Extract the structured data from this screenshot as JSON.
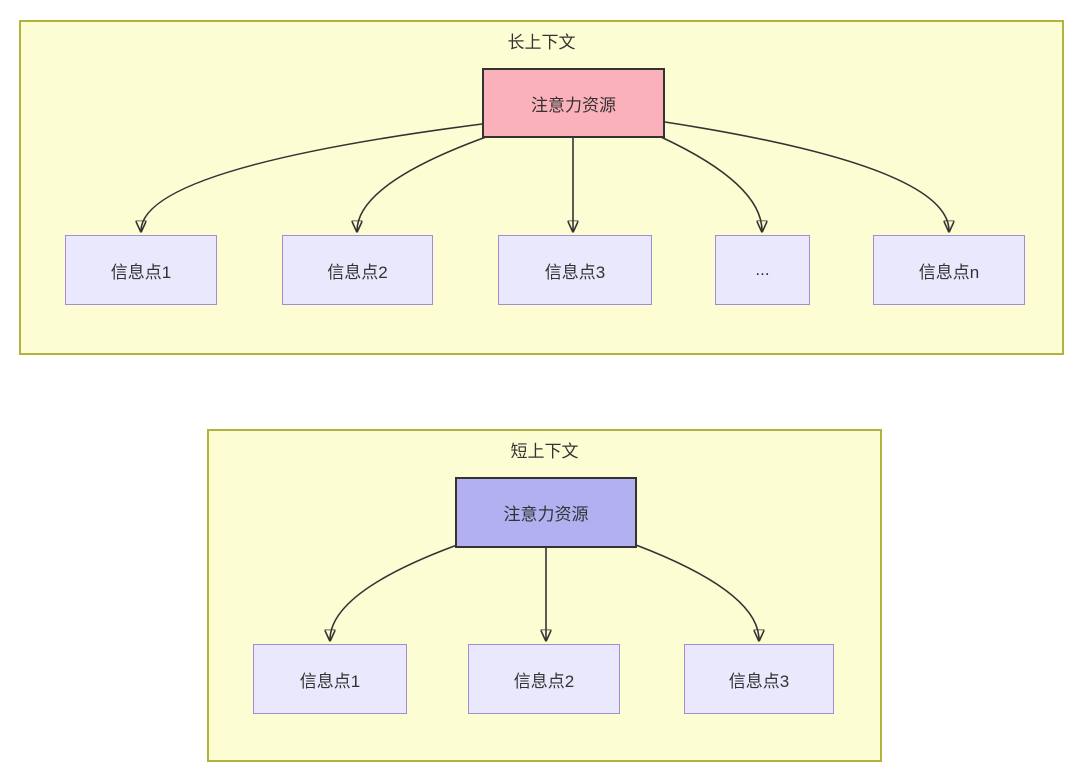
{
  "colors": {
    "page_background": "#ffffff",
    "container_fill": "#fdfdd4",
    "container_border": "#b2b23e",
    "attention_long_fill": "#fbb1b9",
    "attention_short_fill": "#b2b0f0",
    "attention_border": "#333333",
    "info_fill": "#e9e8fc",
    "info_border": "#a48bd2",
    "arrow": "#333333",
    "text": "#333333"
  },
  "diagrams": [
    {
      "id": "long-context",
      "title": "长上下文",
      "root_label": "注意力资源",
      "children": [
        "信息点1",
        "信息点2",
        "信息点3",
        "...",
        "信息点n"
      ]
    },
    {
      "id": "short-context",
      "title": "短上下文",
      "root_label": "注意力资源",
      "children": [
        "信息点1",
        "信息点2",
        "信息点3"
      ]
    }
  ]
}
